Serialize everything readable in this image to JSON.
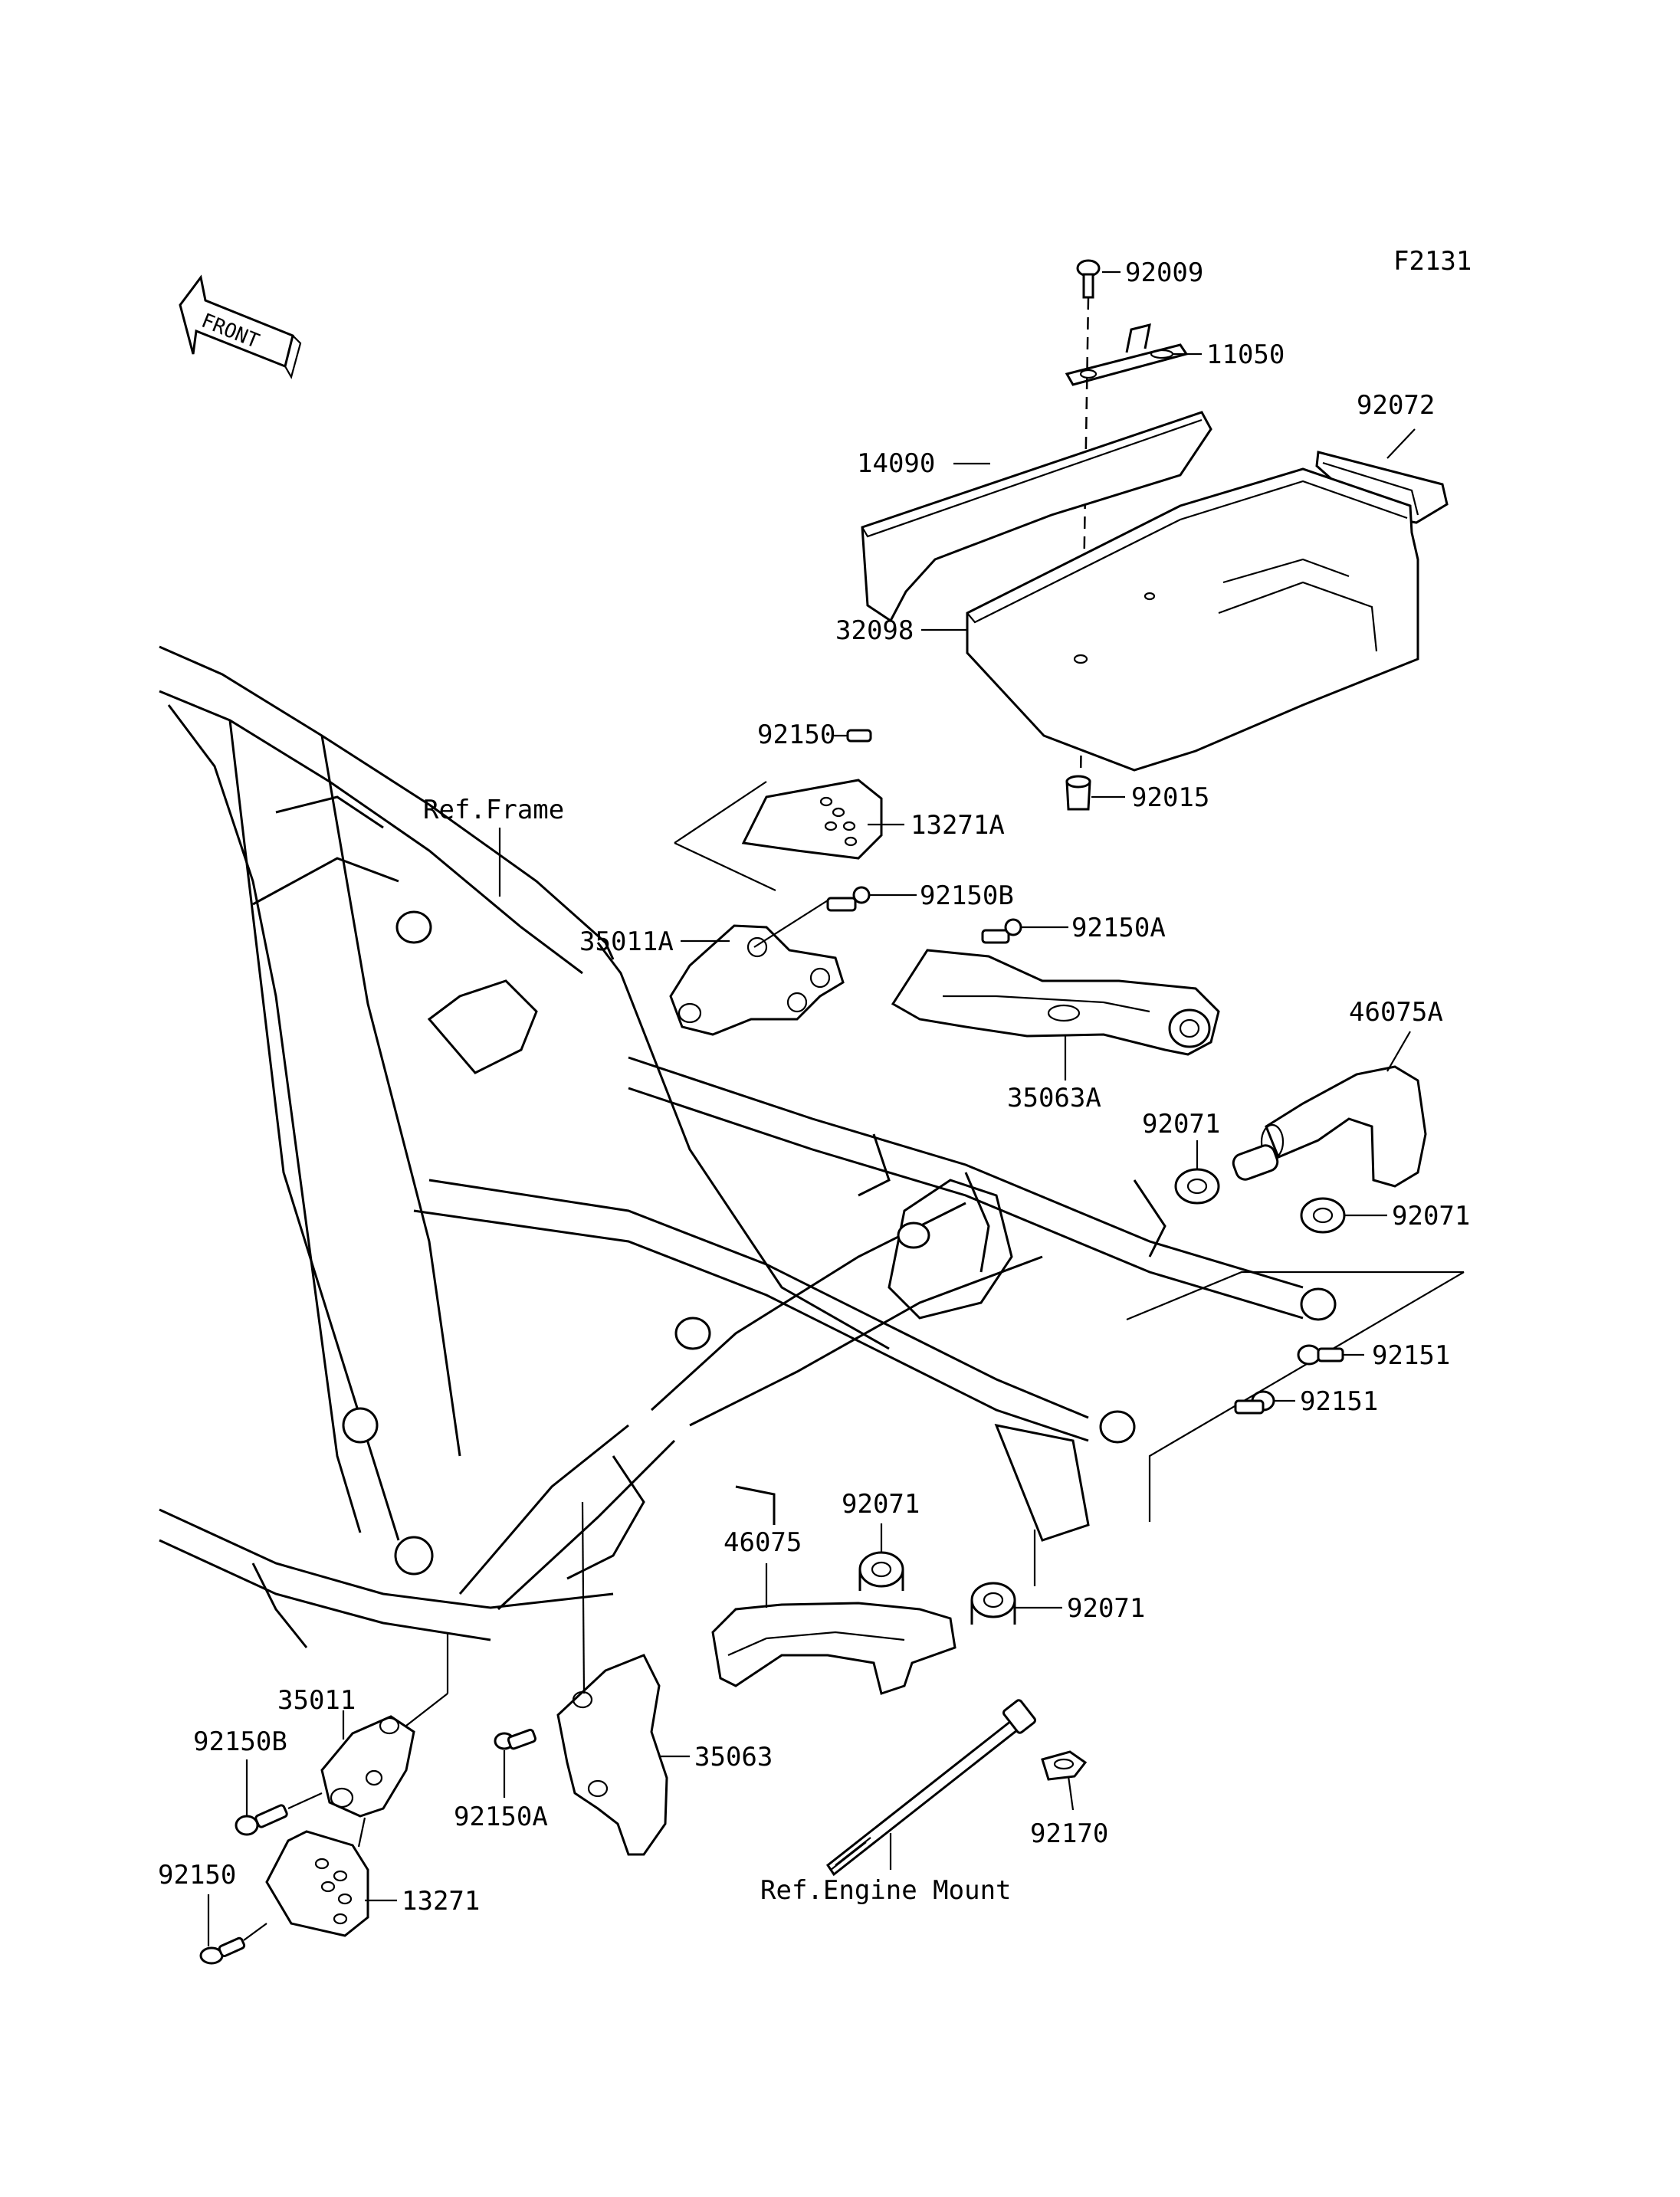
{
  "figure_code": "F2131",
  "front_badge": "FRONT",
  "references": {
    "frame": "Ref.Frame",
    "engine_mount": "Ref.Engine Mount"
  },
  "callouts": {
    "p92009": "92009",
    "p11050": "11050",
    "p92072": "92072",
    "p14090": "14090",
    "p32098": "32098",
    "p92015": "92015",
    "p92150_top": "92150",
    "p13271A": "13271A",
    "p92150B_top": "92150B",
    "p35011A": "35011A",
    "p92150A_top": "92150A",
    "p35063A": "35063A",
    "p46075A": "46075A",
    "p92071_a": "92071",
    "p92071_b": "92071",
    "p92151_a": "92151",
    "p92151_b": "92151",
    "p92071_c": "92071",
    "p46075": "46075",
    "p92071_d": "92071",
    "p35011": "35011",
    "p92150B_bot": "92150B",
    "p92150A_bot": "92150A",
    "p35063": "35063",
    "p92170": "92170",
    "p92150_bot": "92150",
    "p13271": "13271"
  }
}
